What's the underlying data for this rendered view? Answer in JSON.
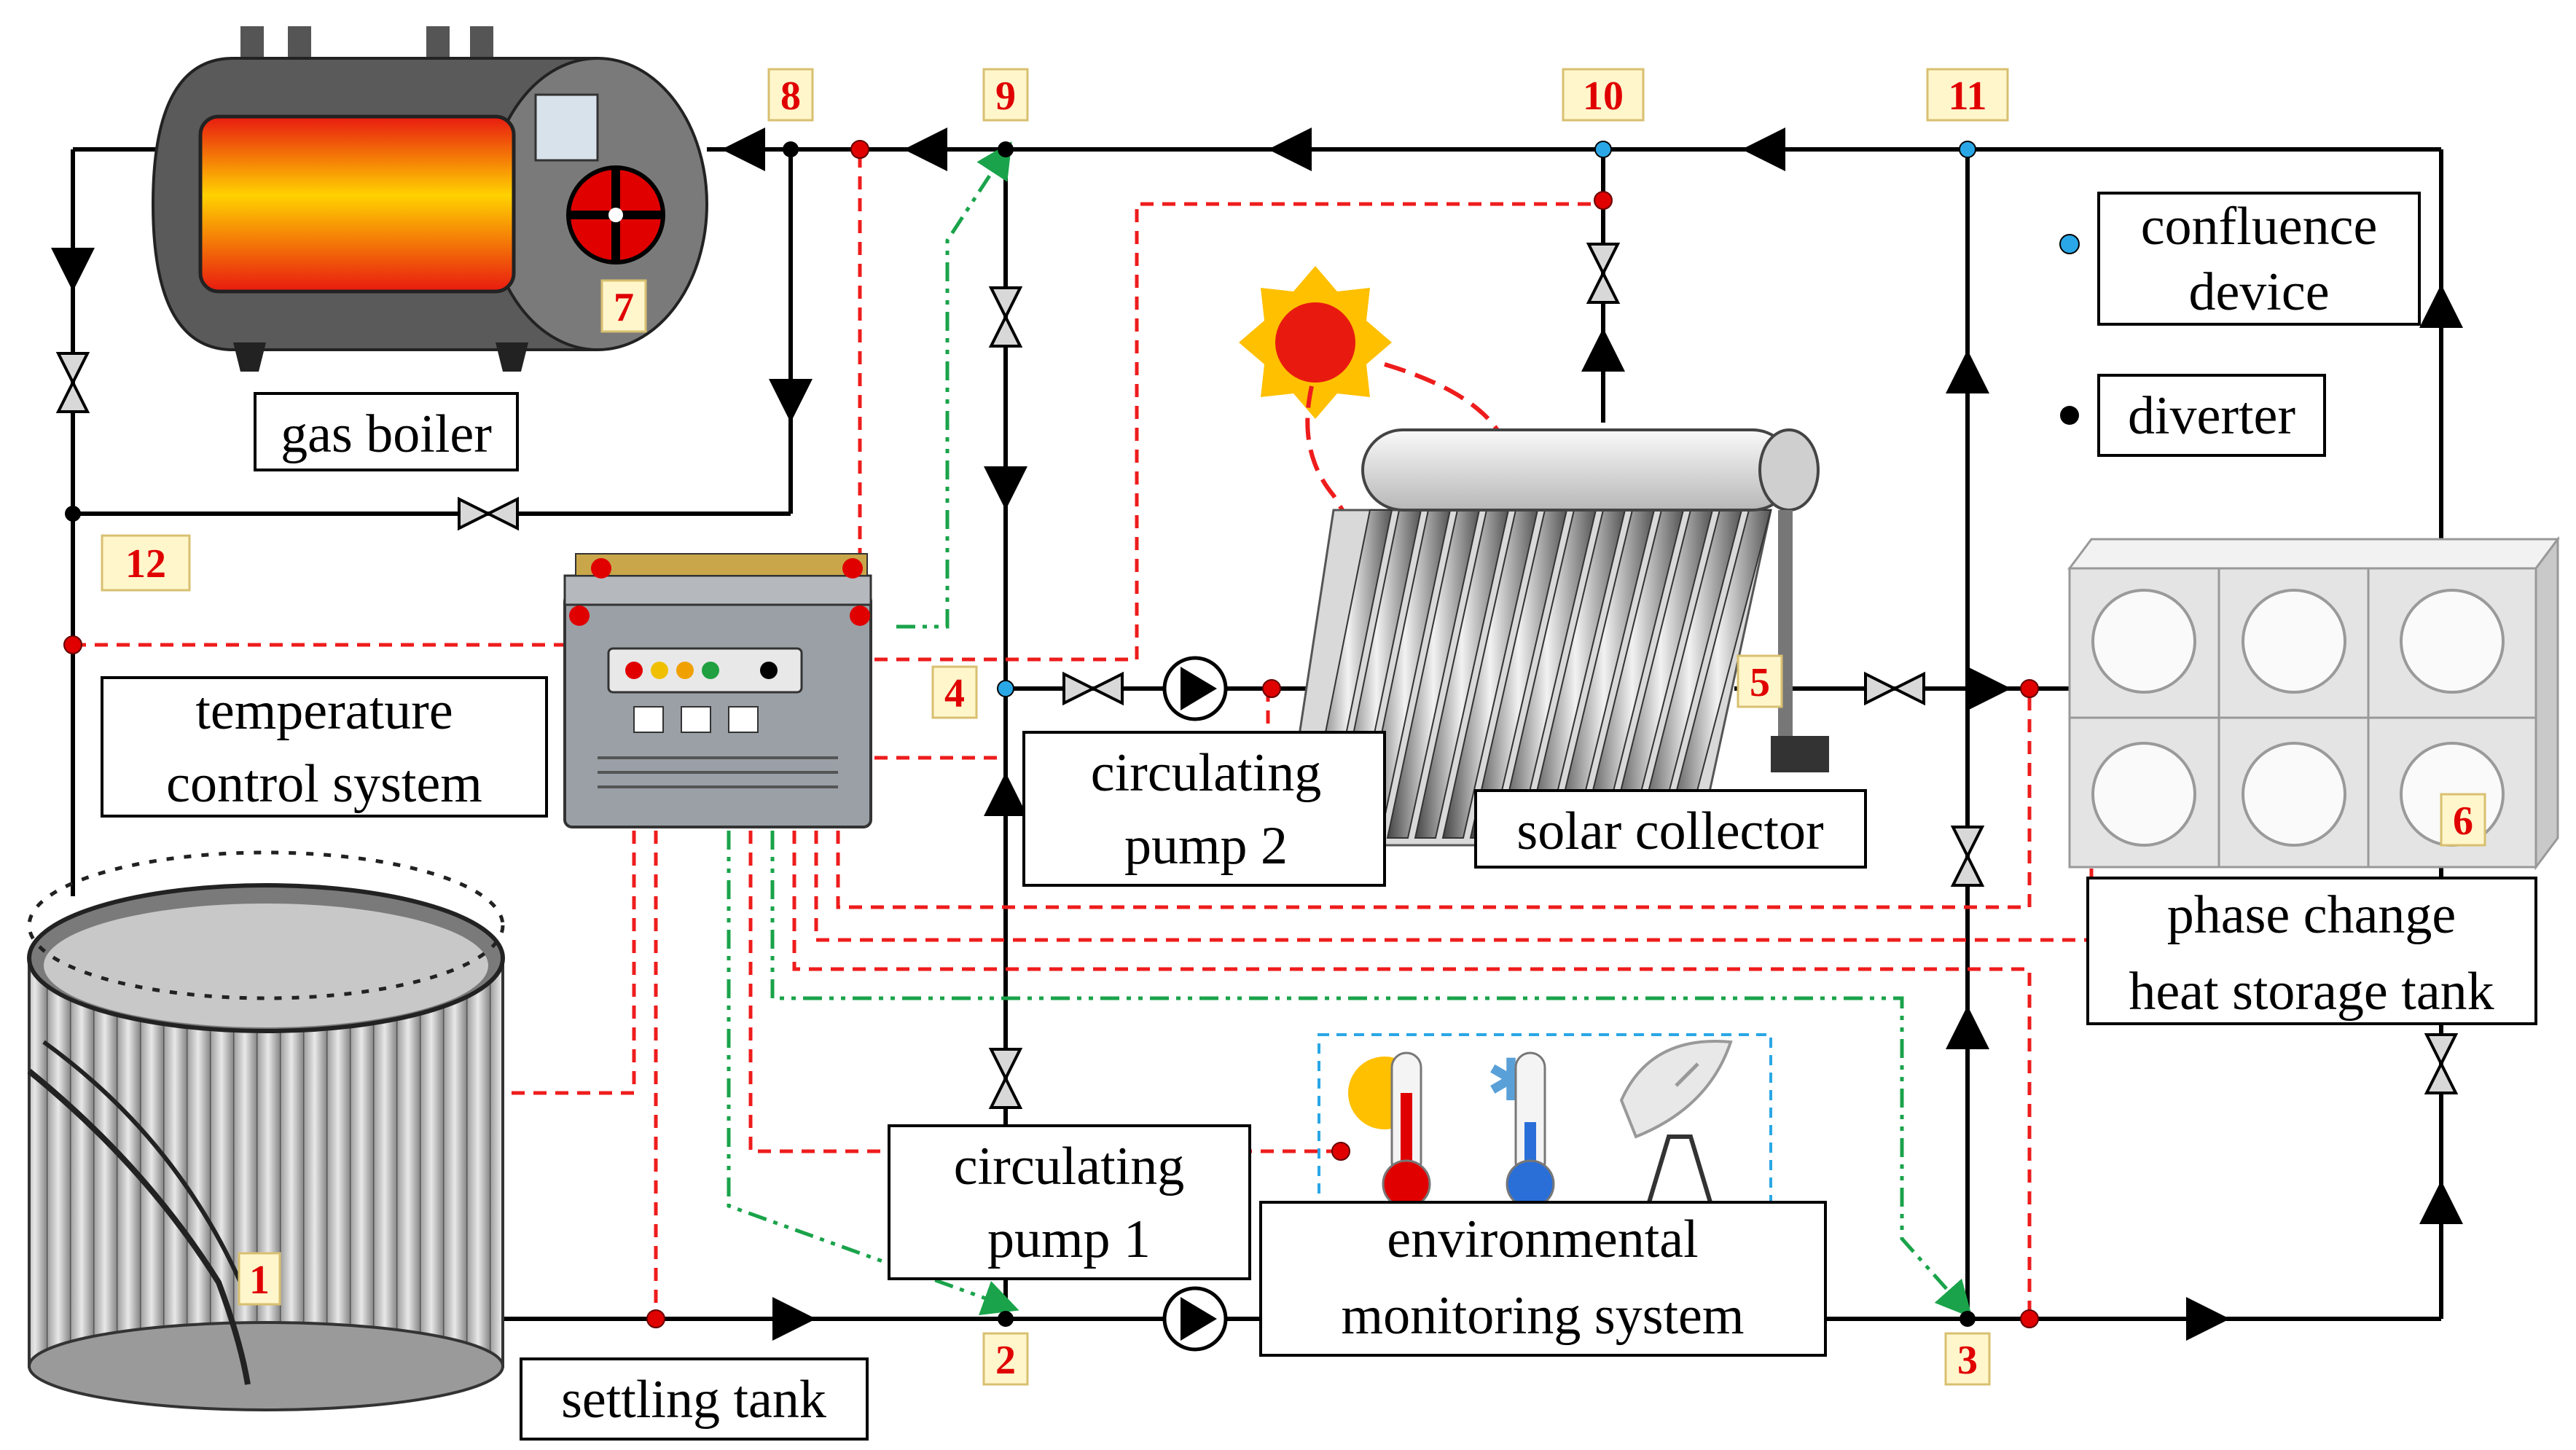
{
  "labels": {
    "gas_boiler": "gas boiler",
    "temp_control_1": "temperature",
    "temp_control_2": "control system",
    "pump2_1": "circulating",
    "pump2_2": "pump 2",
    "pump1_1": "circulating",
    "pump1_2": "pump 1",
    "solar_collector": "solar collector",
    "confluence_1": "confluence",
    "confluence_2": "device",
    "diverter": "diverter",
    "pcm_1": "phase change",
    "pcm_2": "heat storage tank",
    "env_1": "environmental",
    "env_2": "monitoring system",
    "settling_tank": "settling tank"
  },
  "nodes": {
    "n1": "1",
    "n2": "2",
    "n3": "3",
    "n4": "4",
    "n5": "5",
    "n6": "6",
    "n7": "7",
    "n8": "8",
    "n9": "9",
    "n10": "10",
    "n11": "11",
    "n12": "12"
  },
  "legend": [
    {
      "symbol": "confluence-dot",
      "color": "#2aa7e6"
    },
    {
      "symbol": "diverter-dot",
      "color": "#000000"
    }
  ],
  "colors": {
    "pipe": "#000000",
    "signal_line": "#ee1c1c",
    "control_line": "#1aa34a",
    "confluence_device": "#2aa7e6",
    "sensor": "#e00000",
    "env_box_border": "#2aa7e6"
  }
}
